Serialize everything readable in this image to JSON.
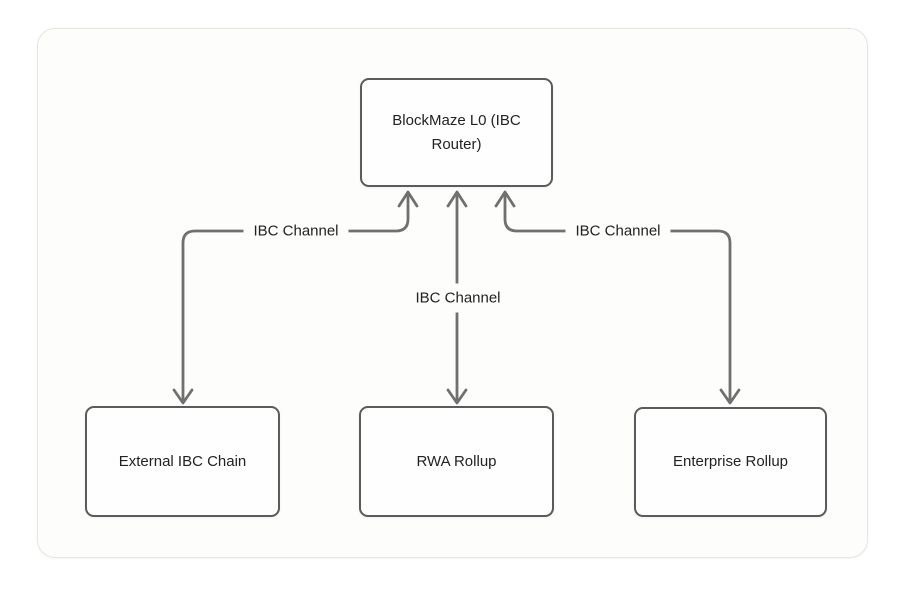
{
  "diagram": {
    "nodes": {
      "router": {
        "id": "blockmaze-l0",
        "label": "BlockMaze L0 (IBC Router)"
      },
      "external": {
        "id": "external-ibc-chain",
        "label": "External IBC Chain"
      },
      "rwa": {
        "id": "rwa-rollup",
        "label": "RWA Rollup"
      },
      "enterprise": {
        "id": "enterprise-rollup",
        "label": "Enterprise Rollup"
      }
    },
    "edges": {
      "left": {
        "from": "external-ibc-chain",
        "to": "blockmaze-l0",
        "label": "IBC Channel",
        "bidirectional": true
      },
      "middle": {
        "from": "rwa-rollup",
        "to": "blockmaze-l0",
        "label": "IBC Channel",
        "bidirectional": true
      },
      "right": {
        "from": "enterprise-rollup",
        "to": "blockmaze-l0",
        "label": "IBC Channel",
        "bidirectional": true
      }
    },
    "colors": {
      "connector": "#707070",
      "node_border": "#5b5b5b",
      "node_fill": "#fefefe",
      "canvas_border": "#e8e5e0",
      "canvas_fill": "#fdfdfc",
      "text": "#222222"
    }
  }
}
